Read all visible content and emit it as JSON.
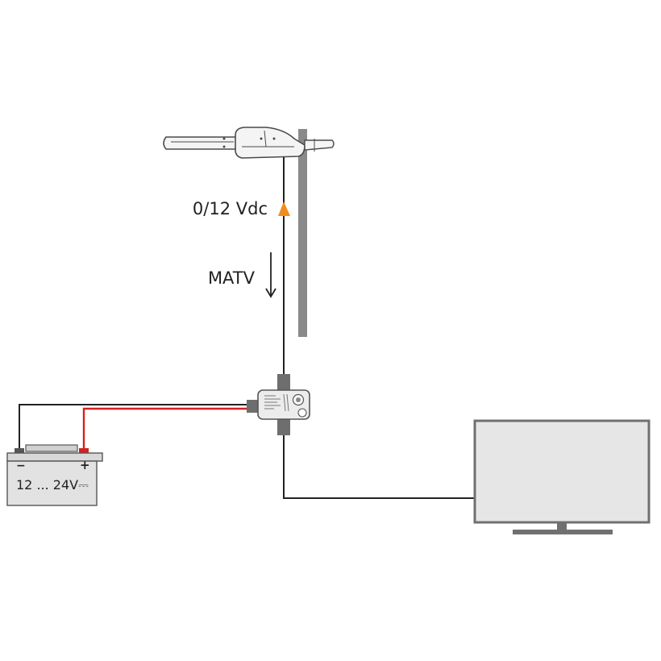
{
  "labels": {
    "power": "0/12 Vdc",
    "signal": "MATV",
    "battery_minus": "−",
    "battery_plus": "+",
    "battery_voltage": "12 ... 24V⎓"
  },
  "colors": {
    "cable": "#222222",
    "power_cable": "#d42020",
    "arrow_power": "#f28c1e",
    "mast": "#8a8a8a",
    "tv_screen": "#e6e6e6",
    "tv_frame": "#707070",
    "battery_body": "#e2e2e2",
    "device_body": "#ececec",
    "connector": "#6e6e6e"
  },
  "icons": {
    "antenna": "antenna-icon",
    "splitter": "power-inserter-icon",
    "battery": "battery-icon",
    "tv": "tv-icon"
  }
}
